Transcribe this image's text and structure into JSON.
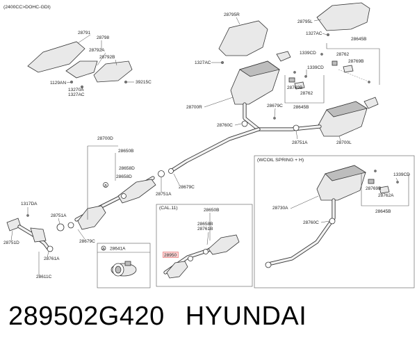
{
  "diagram": {
    "engine_note": "(2400CC>DOHC-GDI)",
    "sub_box_cal": "(CAL.11)",
    "sub_box_wcoil": "(WCOIL SPRING + H)",
    "highlight_part": "28950",
    "labels": {
      "p28791": "28791",
      "p28798": "28798",
      "p28792A": "28792A",
      "p28792B": "28792B",
      "p1129AN": "1129AN",
      "p13270A": "13270A",
      "p1327AC_a": "1327AC",
      "p39215C": "39215C",
      "p28795R": "28795R",
      "p1327AC_b": "1327AC",
      "p28795L": "28795L",
      "p1327AC_c": "1327AC",
      "p28645B_a": "28645B",
      "p1339CD_a": "1339CD",
      "p28762_a": "28762",
      "p28769B_a": "28769B",
      "p1339CD_b": "1339CD",
      "p28769B_b": "28769B",
      "p28762_b": "28762",
      "p28645B_b": "28645B",
      "p28700R": "28700R",
      "p28679C_a": "28679C",
      "p28760C_a": "28760C",
      "p28751A_a": "28751A",
      "p28700L": "28700L",
      "p28700D": "28700D",
      "p28650B_a": "28650B",
      "p28658D_a": "28658D",
      "p28658D_b": "28658D",
      "p28751A_b": "28751A",
      "p28679C_b": "28679C",
      "p1317DA": "1317DA",
      "p28751A_c": "28751A",
      "p28751D": "28751D",
      "p28679C_c": "28679C",
      "p28761A": "28761A",
      "p28611C": "28611C",
      "p28641A": "28641A",
      "callout_a": "a",
      "p28650B_b": "28650B",
      "p28658B": "28658B",
      "p28761B": "28761B",
      "p1339CD_c": "1339CD",
      "p28769B_c": "28769B",
      "p28762A": "28762A",
      "p28730A": "28730A",
      "p28645B_c": "28645B",
      "p28760C_b": "28760C"
    }
  },
  "caption": {
    "part_number": "289502G420",
    "brand": "HYUNDAI"
  }
}
